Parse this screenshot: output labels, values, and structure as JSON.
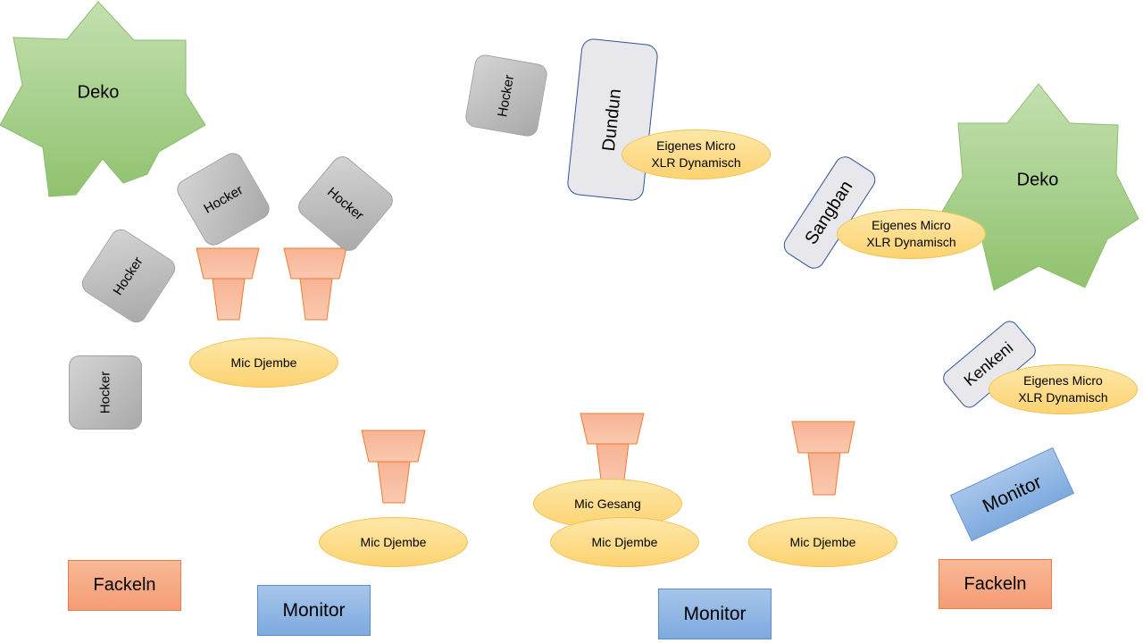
{
  "labels": {
    "deko": "Deko",
    "hocker": "Hocker",
    "dundun": "Dundun",
    "sangban": "Sangban",
    "kenkeni": "Kenkeni",
    "mic_djembe": "Mic Djembe",
    "mic_gesang": "Mic Gesang",
    "eigenes_micro_line1": "Eigenes Micro",
    "eigenes_micro_line2": "XLR Dynamisch",
    "fackeln": "Fackeln",
    "monitor": "Monitor"
  },
  "colors": {
    "deko_fill": "#a9d18e",
    "hocker_fill": "#bfbfbf",
    "drum_fill": "#f4b183",
    "mic_fill": "#ffd966",
    "monitor_fill": "#9dc3e6",
    "instrument_border": "#2f5597"
  }
}
